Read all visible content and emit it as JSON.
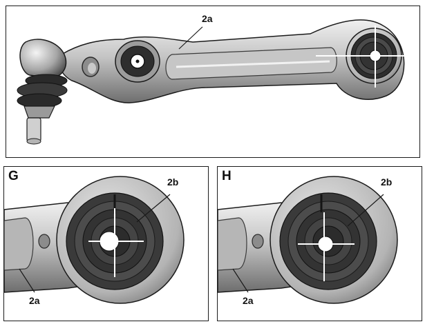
{
  "figure": {
    "panels": [
      {
        "id": "top",
        "letter": "",
        "labels": {
          "arm": "2a"
        }
      },
      {
        "id": "g",
        "letter": "G",
        "labels": {
          "bushing": "2b",
          "arm": "2a"
        }
      },
      {
        "id": "h",
        "letter": "H",
        "labels": {
          "bushing": "2b",
          "arm": "2a"
        }
      }
    ],
    "colors": {
      "metal_light": "#dcdcdc",
      "metal_mid": "#a8a8a8",
      "metal_dark": "#606060",
      "rubber": "#3a3a3a",
      "outline": "#1a1a1a",
      "crosshair": "#ffffff"
    }
  }
}
